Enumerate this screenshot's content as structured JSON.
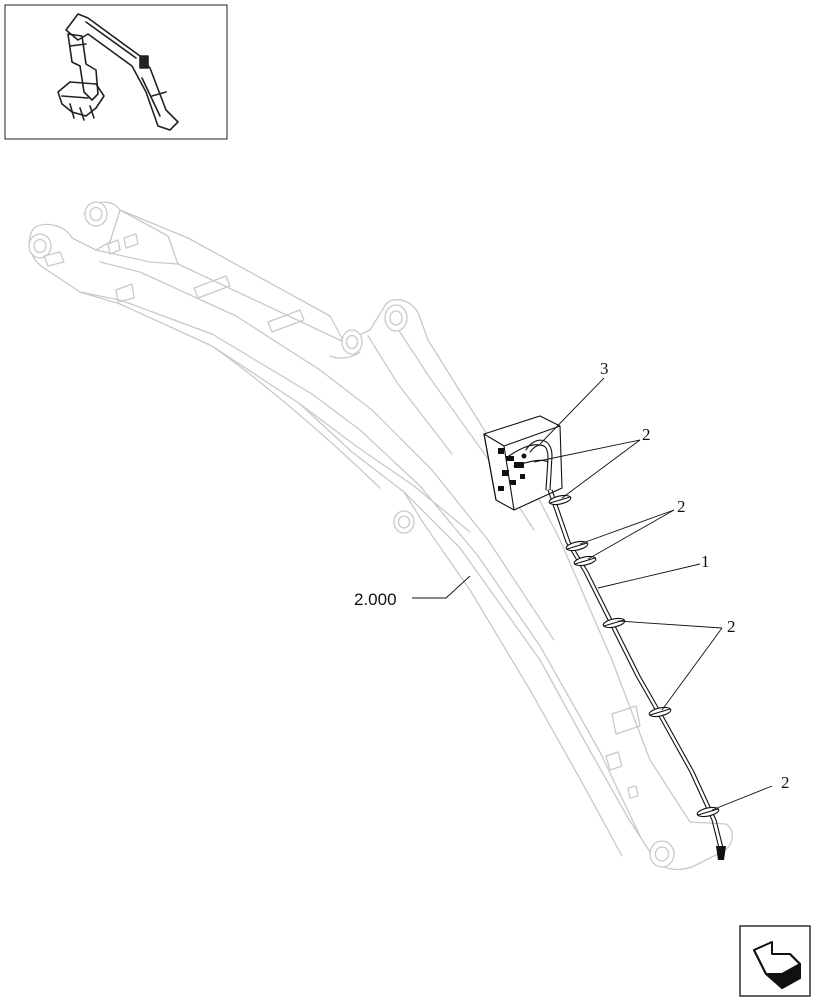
{
  "diagram": {
    "callouts": {
      "cable": "1",
      "clamp_a": "2",
      "clamp_b": "2",
      "clamp_c": "2",
      "clamp_d": "2",
      "box": "3"
    },
    "reference_label": "2.000"
  },
  "thumbnail": {
    "icon": "excavator-overview-icon"
  },
  "nav": {
    "icon": "return-arrow-icon"
  },
  "colors": {
    "ink": "#111111",
    "ghost": "#c9c9c9",
    "frame": "#222222"
  }
}
